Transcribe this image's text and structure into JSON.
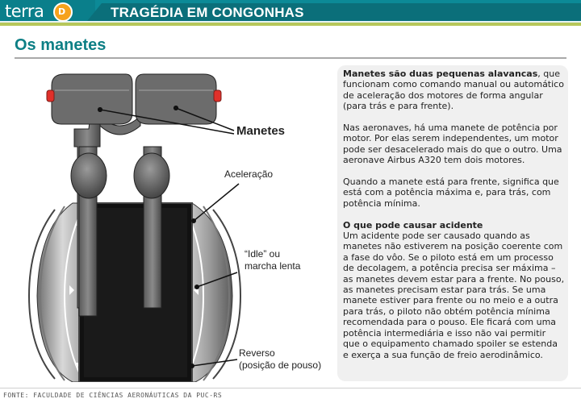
{
  "header": {
    "logo_text": "terra",
    "logo_mark": "D",
    "title": "TRAGÉDIA EM CONGONHAS"
  },
  "section": {
    "title": "Os manetes"
  },
  "diagram": {
    "labels": {
      "manetes": "Manetes",
      "aceleracao": "Aceleração",
      "idle_1": "“Idle” ou",
      "idle_2": "marcha lenta",
      "reverso_1": "Reverso",
      "reverso_2": "(posição de pouso)"
    }
  },
  "text": {
    "p1_bold": "Manetes são duas pequenas alavancas",
    "p1_rest": ", que funcionam como comando manual ou automático de aceleração dos motores de forma angular (para trás e para frente).",
    "p2": "Nas aeronaves, há uma manete de potência por motor. Por elas serem independentes, um motor pode ser desacelerado mais do que o outro. Uma aeronave Airbus A320 tem dois motores.",
    "p3": "Quando a manete está para frente, significa que está com a potência máxima e, para trás, com potência mínima.",
    "h4": "O que pode causar acidente",
    "p4": "Um acidente pode ser causado quando as manetes não estiverem na posição coerente com a fase do vôo. Se o piloto está em um processo de decolagem, a potência precisa ser máxima – as manetes devem estar para a frente. No pouso, as manetes precisam estar para trás.  Se uma manete estiver para frente ou no meio e a outra para trás, o piloto não obtém potência mínima recomendada para o pouso. Ele ficará com uma potência intermediária e isso não vai permitir que o equipamento chamado spoiler se estenda e exerça a sua função de freio aerodinâmico."
  },
  "footer": {
    "source": "FONTE: FACULDADE DE CIÊNCIAS AERONÁUTICAS DA PUC-RS"
  },
  "colors": {
    "header_teal": "#0c8a97",
    "accent_green": "#b7c75a",
    "title_teal": "#0d7f85",
    "panel_bg": "#f0f0f0",
    "knob_red": "#e0302a"
  }
}
